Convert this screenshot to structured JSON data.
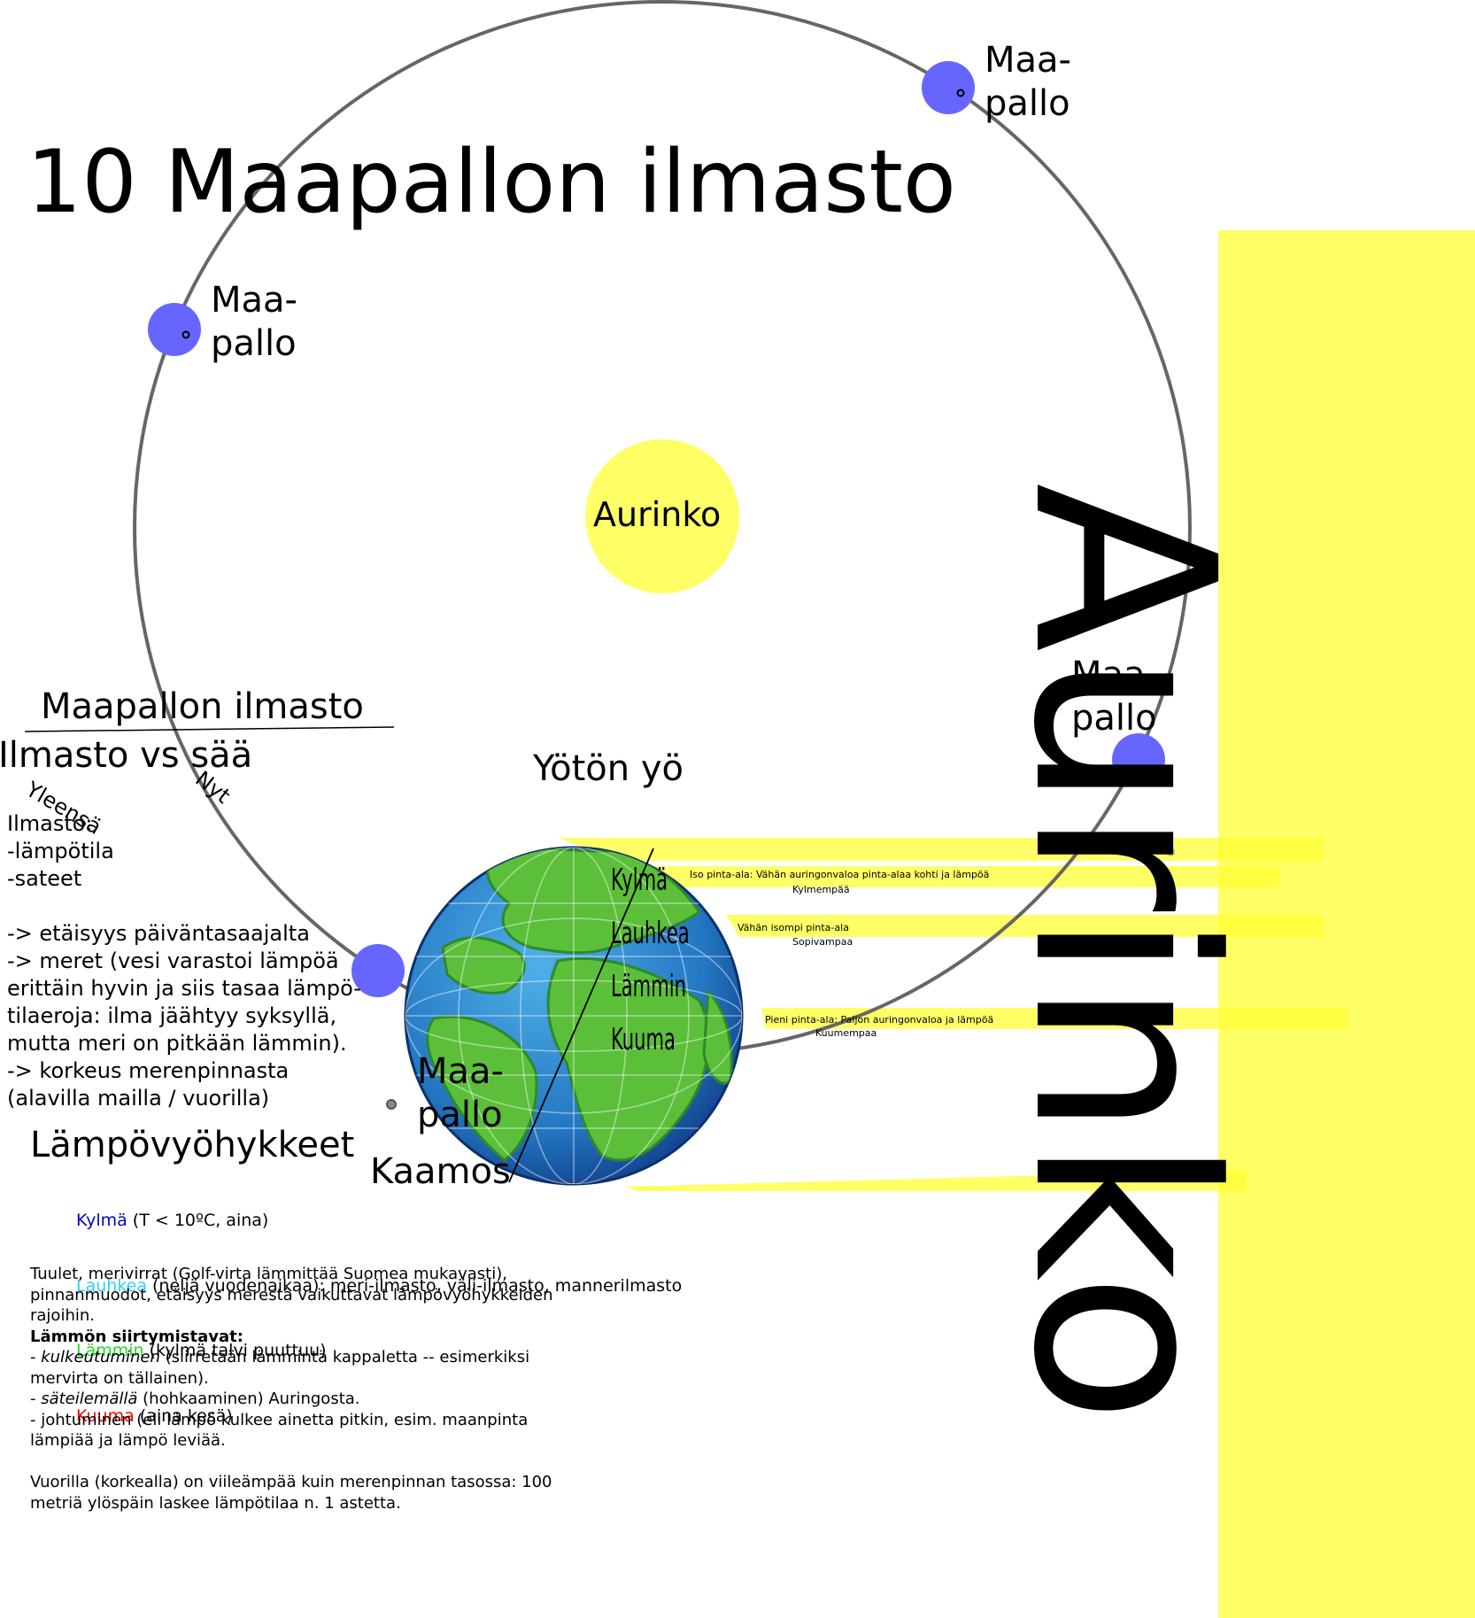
{
  "title": "10 Maapallon ilmasto",
  "sun": {
    "center_label": "Aurinko",
    "side_label": "Aurinko"
  },
  "earth_labels": {
    "top_right": [
      "Maa-",
      "pallo"
    ],
    "left": [
      "Maa-",
      "pallo"
    ],
    "right": [
      "Maa-",
      "pallo"
    ],
    "bottom": [
      "Maa-",
      "pallo"
    ]
  },
  "seasons": {
    "midnight_sun": "Yötön yö",
    "polar_night": "Kaamos"
  },
  "globe_zones": [
    "Kylmä",
    "Lauhkea",
    "Lämmin",
    "Kuuma"
  ],
  "sunlight_notes": {
    "high": {
      "line1": "Iso pinta-ala: Vähän auringonvaloa pinta-alaa kohti ja lämpöä",
      "line2": "Kylmempää"
    },
    "mid": {
      "line1": "Vähän isompi pinta-ala",
      "line2": "Sopivampaa"
    },
    "low": {
      "line1": "Pieni pinta-ala: Paljon auringonvaloa ja lämpöä",
      "line2": "Kuumempaa"
    }
  },
  "section": {
    "heading": "Maapallon ilmasto",
    "subheading": "Ilmasto vs sää",
    "tilt_left": "Yleensä",
    "tilt_right": "Nyt",
    "notes": "Ilmasto:\n-lämpötila\n-sateet\n\n-> etäisyys päiväntasaajalta\n-> meret (vesi varastoi lämpöä\nerittäin hyvin ja siis tasaa lämpö-\ntilaeroja: ilma jäähtyy syksyllä,\nmutta meri on pitkään lämmin).\n-> korkeus merenpinnasta\n(alavilla mailla / vuorilla)"
  },
  "zones": {
    "heading": "Lämpövyöhykkeet",
    "items": [
      {
        "name": "Kylmä",
        "desc": " (T < 10ºC, aina)",
        "color": "#0000cc"
      },
      {
        "name": "Lauhkea",
        "desc": " (neljä vuodenaikaa): meri-ilmasto, väli-ilmasto, mannerilmasto",
        "color": "#33ccff"
      },
      {
        "name": "Lämmin",
        "desc": " (kylmä talvi puuttuu)",
        "color": "#22dd22"
      },
      {
        "name": "Kuuma",
        "desc": " (aina kesä)",
        "color": "#ff0000"
      }
    ]
  },
  "paragraph": {
    "p1": "Tuulet, merivirrat (Golf-virta lämmittää Suomea mukavasti),\npinnanmuodot, etäisyys merestä vaikuttavat lämpövyöhykkeiden\nrajoihin.",
    "heat_heading": "Lämmön siirtymistavat:",
    "t1_prefix": "- ",
    "t1_term": "kulkeutuminen",
    "t1_rest": " (siirretään lämmintä kappaletta -- esimerkiksi\nmervirta on tällainen).",
    "t2_prefix": "- ",
    "t2_term": "säteilemällä",
    "t2_rest": " (hohkaaminen) Auringosta.",
    "t3": "- johtuminen (eli lämpö kulkee ainetta pitkin, esim. maanpinta\nlämpiää ja lämpö leviää.",
    "p2": "Vuorilla (korkealla) on viileämpää kuin merenpinnan tasossa: 100\nmetriä ylöspäin laskee lämpötilaa n. 1 astetta."
  },
  "colors": {
    "sun_yellow": "#ffff66",
    "earth_blue": "#6666ff",
    "orbit": "#666666"
  }
}
